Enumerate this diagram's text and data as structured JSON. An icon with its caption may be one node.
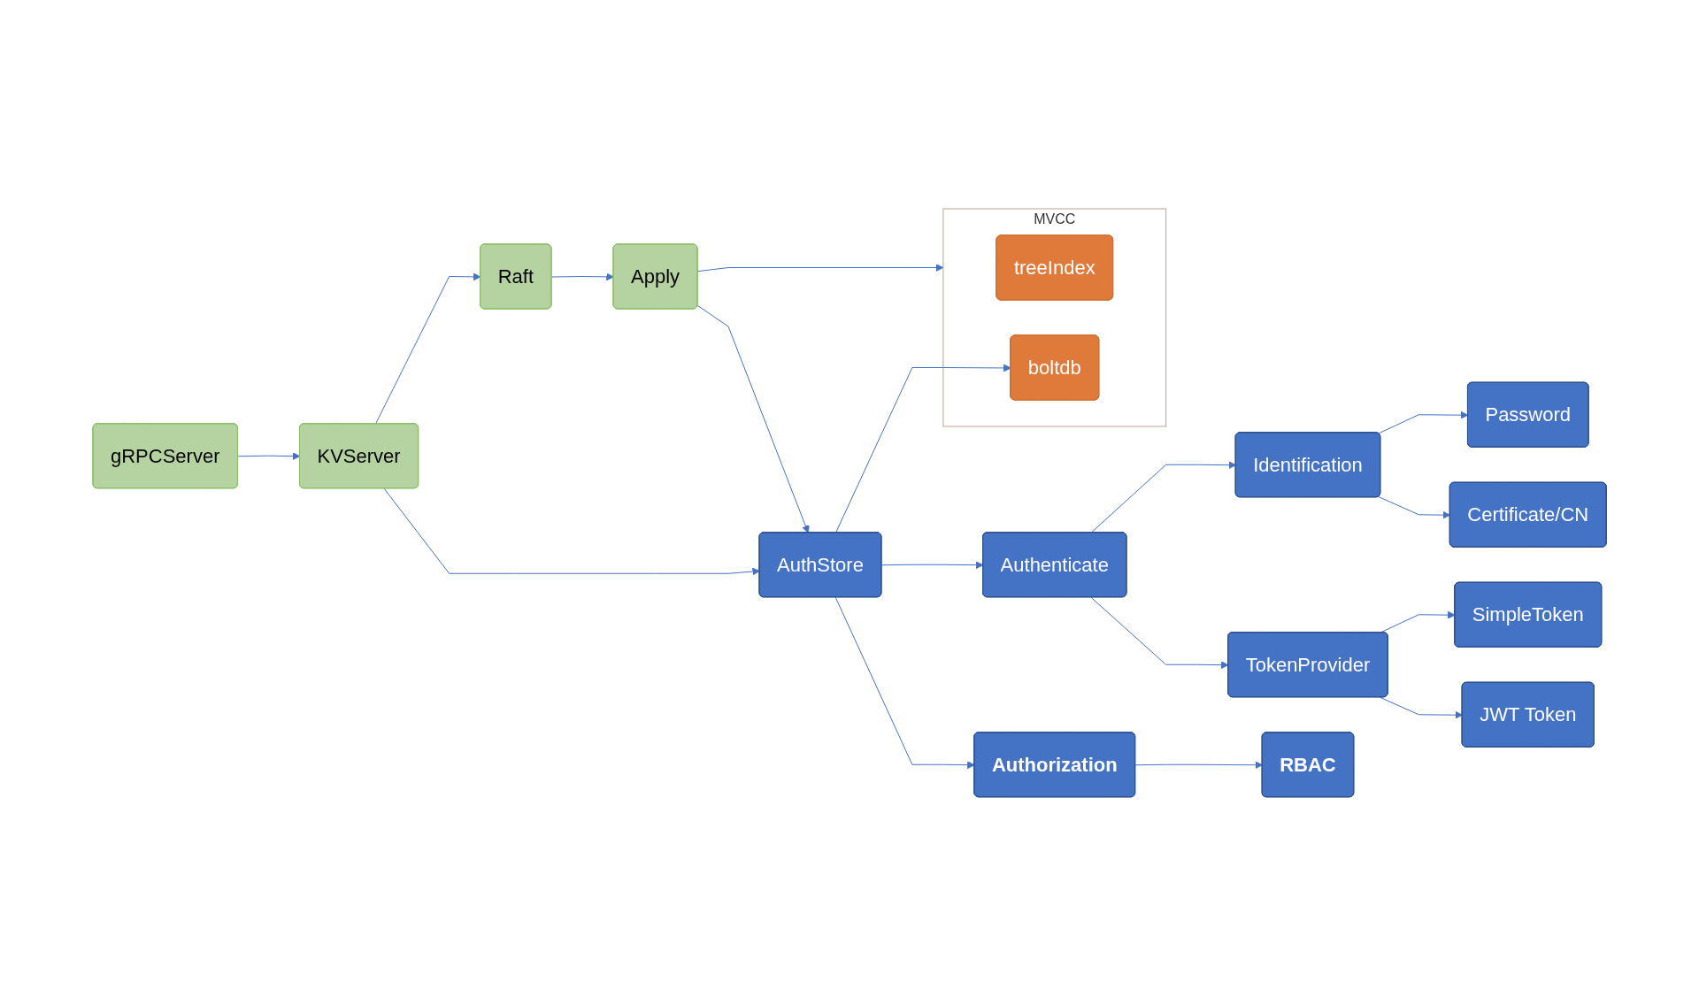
{
  "diagram": {
    "nodes": [
      {
        "text": [
          "gRPCServer"
        ]
      },
      {
        "text": [
          "KVServer"
        ]
      },
      {
        "text": [
          "Raft"
        ]
      },
      {
        "text": [
          "Apply"
        ]
      },
      {
        "text": [
          "MVCC"
        ]
      },
      {
        "text": [
          "treeIndex"
        ],
        "in": 4
      },
      {
        "text": [
          "boltdb"
        ],
        "in": 4
      },
      {
        "text": [
          "AuthStore"
        ]
      },
      {
        "text": [
          "Authenticate"
        ]
      },
      {
        "text": [
          "Authorization"
        ]
      },
      {
        "text": [
          "Identification"
        ]
      },
      {
        "text": [
          "TokenProvider"
        ]
      },
      {
        "text": [
          "RBAC"
        ]
      },
      {
        "text": [
          "Password"
        ]
      },
      {
        "text": [
          "Certificate/CN"
        ]
      },
      {
        "text": [
          "SimpleToken"
        ]
      },
      {
        "text": [
          "JWT Token"
        ]
      }
    ],
    "edges": [
      {
        "from": 0,
        "to": 1,
        "arrow": "to"
      },
      {
        "from": 1,
        "to": 2,
        "arrow": "to"
      },
      {
        "from": 2,
        "to": 3,
        "arrow": "to"
      },
      {
        "from": 3,
        "to": 4,
        "arrow": "to"
      },
      {
        "from": 1,
        "to": 7,
        "arrow": "to"
      },
      {
        "from": 3,
        "to": 7,
        "arrow": "to"
      },
      {
        "from": 7,
        "to": 6,
        "arrow": "to"
      },
      {
        "from": 7,
        "to": 8,
        "arrow": "to"
      },
      {
        "from": 7,
        "to": 9,
        "arrow": "to"
      },
      {
        "from": 8,
        "to": 10,
        "arrow": "to"
      },
      {
        "from": 8,
        "to": 11,
        "arrow": "to"
      },
      {
        "from": 9,
        "to": 12,
        "arrow": "to"
      },
      {
        "from": 10,
        "to": 13,
        "arrow": "to"
      },
      {
        "from": 10,
        "to": 14,
        "arrow": "to"
      },
      {
        "from": 11,
        "to": 15,
        "arrow": "to"
      },
      {
        "from": 11,
        "to": 16,
        "arrow": "to"
      }
    ]
  }
}
